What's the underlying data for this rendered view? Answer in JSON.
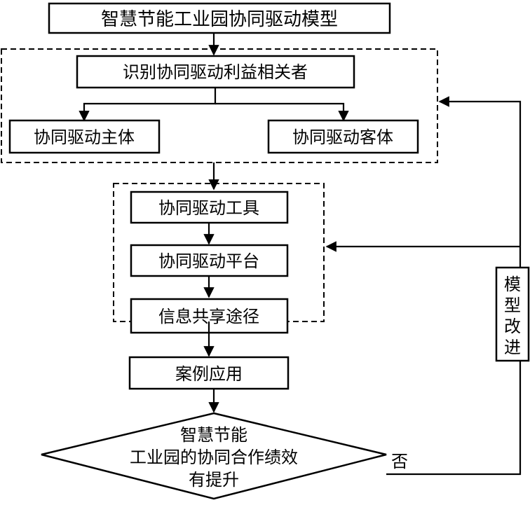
{
  "diagram": {
    "title": "智慧节能工业园协同驱动模型",
    "identify": "识别协同驱动利益相关者",
    "subject": "协同驱动主体",
    "object": "协同驱动客体",
    "tools": "协同驱动工具",
    "platform": "协同驱动平台",
    "info_path": "信息共享途径",
    "case": "案例应用",
    "decision_lines": [
      "智慧节能",
      "工业园的协同合作绩效",
      "有提升"
    ],
    "no_label": "否",
    "improve_chars": [
      "模",
      "型",
      "改",
      "进"
    ]
  }
}
